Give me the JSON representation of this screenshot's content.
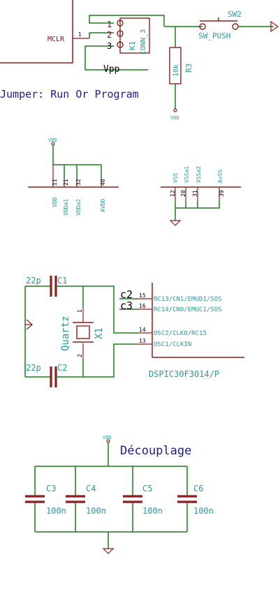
{
  "section1": {
    "mclr": "MCLR",
    "mclr_pin": "1",
    "conn_pin1": "1",
    "conn_pin2": "2",
    "conn_pin3": "3",
    "conn_ref": "K1",
    "conn_name": "CONN_3",
    "sw_ref": "SW2",
    "sw_name": "SW_PUSH",
    "vpp": "Vpp",
    "r3_value": "10k",
    "r3_ref": "R3",
    "vdd": "VDD",
    "jumper_note": "Jumper: Run Or Program"
  },
  "section2": {
    "vdd": "VDD",
    "pins_left": [
      {
        "num": "11",
        "name": "VDD"
      },
      {
        "num": "21",
        "name": "VDDa1"
      },
      {
        "num": "32",
        "name": "VDDa2"
      },
      {
        "num": "40",
        "name": "AVDD"
      }
    ],
    "pins_right": [
      {
        "num": "12",
        "name": "VSS"
      },
      {
        "num": "20",
        "name": "VSSa1"
      },
      {
        "num": "31",
        "name": "VSSa2"
      },
      {
        "num": "39",
        "name": "AvSS"
      }
    ]
  },
  "section3": {
    "c1_value": "22p",
    "c1_ref": "C1",
    "c2_value": "22p",
    "c2_ref": "C2",
    "crystal_name": "Quartz",
    "crystal_ref": "X1",
    "crystal_pin1": "1",
    "crystal_pin2": "2",
    "net_c2": "c2",
    "net_c3": "c3",
    "pins": [
      {
        "num": "15",
        "name": "RC13/CN1/EMUD1/SOS"
      },
      {
        "num": "16",
        "name": "RC14/CN0/EMUC1/SOS"
      },
      {
        "num": "14",
        "name": "OSC2/CLKO/RC15"
      },
      {
        "num": "13",
        "name": "OSC1/CLKIN"
      }
    ],
    "chip_name": "DSPIC30F3014/P"
  },
  "section4": {
    "vdd": "VDD",
    "title": "Découplage",
    "caps": [
      {
        "ref": "C3",
        "value": "100n"
      },
      {
        "ref": "C4",
        "value": "100n"
      },
      {
        "ref": "C5",
        "value": "100n"
      },
      {
        "ref": "C6",
        "value": "100n"
      }
    ]
  }
}
